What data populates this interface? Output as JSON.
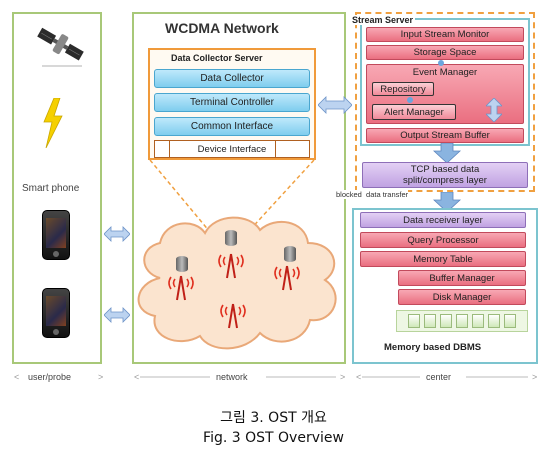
{
  "panels": {
    "network_title": "WCDMA Network",
    "dcs_title": "Data Collector Server",
    "stream_title": "Stream Server",
    "dbms_title": "Memory based DBMS",
    "smart_phone": "Smart phone"
  },
  "dcs_buttons": [
    "Data Collector",
    "Terminal Controller",
    "Common Interface"
  ],
  "device_interface": "Device Interface",
  "stream_buttons": {
    "input_monitor": "Input Stream Monitor",
    "storage_space": "Storage Space",
    "event_manager": "Event Manager",
    "repository": "Repository",
    "alert_manager": "Alert Manager",
    "output_buffer": "Output Stream Buffer"
  },
  "tcp_layer": [
    "TCP based data",
    "split/compress layer"
  ],
  "blocked_transfer": "blocked  data transfer",
  "dbms_buttons": {
    "receiver": "Data receiver layer",
    "query": "Query Processor",
    "memory_table": "Memory Table",
    "buffer_manager": "Buffer Manager",
    "disk_manager": "Disk Manager"
  },
  "bottom_labels": {
    "user": "user/probe",
    "network": "network",
    "center": "center"
  },
  "caption": {
    "korean": "그림 3. OST 개요",
    "english": "Fig. 3 OST Overview"
  },
  "colors": {
    "green_border": "#a8c878",
    "teal_border": "#7cc4cf",
    "orange": "#f09a3a",
    "blue_button": "#7fcdee",
    "red_button": "#ea6f80",
    "purple_button": "#c0a2e2",
    "cloud": "#fbe4cf",
    "arrow": "#8ab4e0"
  },
  "icons": [
    "satellite-icon",
    "lightning-icon",
    "smartphone-icon",
    "database-icon",
    "antenna-icon"
  ]
}
